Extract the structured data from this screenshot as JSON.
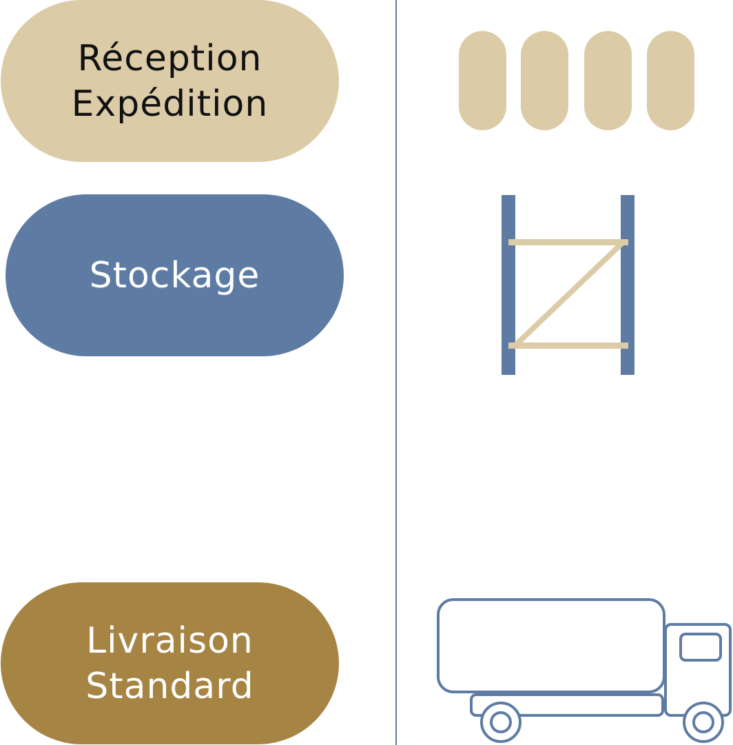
{
  "pills": {
    "reception": {
      "line1": "Réception",
      "line2": "Expédition"
    },
    "stockage": {
      "line1": "Stockage"
    },
    "livraison": {
      "line1": "Livraison",
      "line2": "Standard"
    }
  },
  "icons": {
    "reception": "pallets-icon",
    "stockage": "pallet-rack-icon",
    "livraison": "delivery-truck-icon"
  },
  "colors": {
    "beige": "#DBCBA7",
    "blue": "#5E7CA3",
    "brown": "#A68443"
  }
}
